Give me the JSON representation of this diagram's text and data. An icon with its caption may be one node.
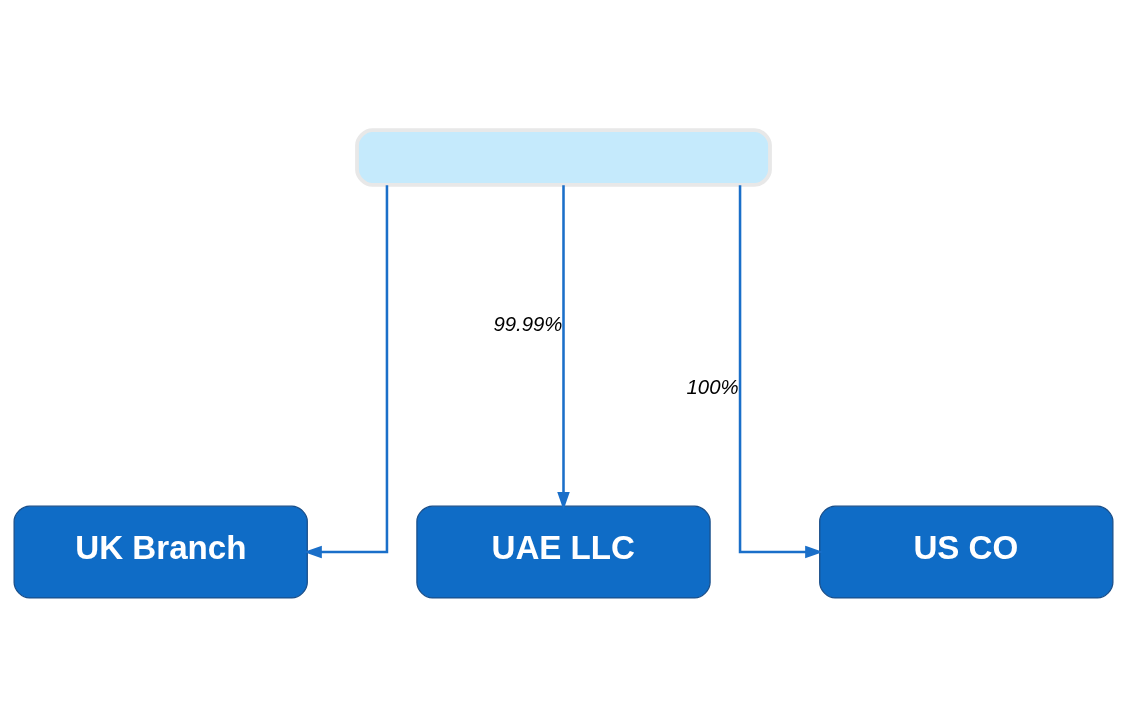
{
  "diagram": {
    "nodes": [
      {
        "text": [],
        "shape": "box"
      },
      {
        "text": [
          "UK Branch"
        ]
      },
      {
        "text": [
          "UAE LLC"
        ]
      },
      {
        "text": [
          "US CO"
        ]
      }
    ],
    "edges": [
      {
        "from": 0,
        "to": 1,
        "arrow": "to"
      },
      {
        "from": 0,
        "to": 2,
        "arrow": "to",
        "label": "99.99%"
      },
      {
        "from": 0,
        "to": 3,
        "arrow": "to",
        "label": "100%"
      }
    ]
  }
}
